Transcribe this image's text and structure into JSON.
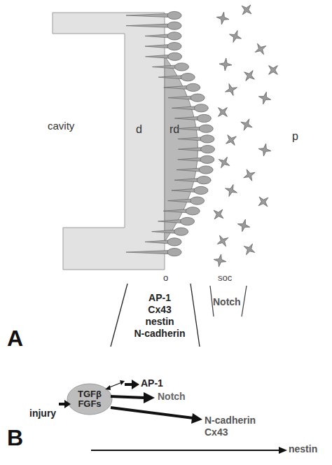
{
  "diagram": {
    "nodes": [
      {
        "text": [
          "d"
        ]
      },
      {
        "text": [
          "rd"
        ]
      },
      {
        "text": [
          "TGFβ FGFs"
        ]
      }
    ],
    "labels": [
      "cavity",
      "p",
      "o",
      "soc",
      "AP-1 Cx43 nestin N-cadherin",
      "Notch",
      "A",
      "injury",
      "AP-1",
      "Notch",
      "N-cadherin Cx43",
      "nestin",
      "B"
    ]
  }
}
